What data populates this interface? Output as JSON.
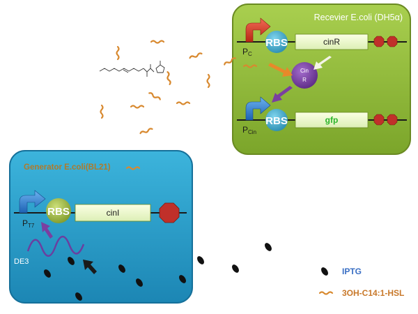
{
  "receiver": {
    "title": "Recevier E.coli (DH5α)",
    "promoter_top": "P",
    "promoter_top_sub": "C",
    "rbs_top": "RBS",
    "gene_top": "cinR",
    "protein_line1": "Cin",
    "protein_line2": "R",
    "promoter_bottom": "P",
    "promoter_bottom_sub": "Cin",
    "rbs_bottom": "RBS",
    "gene_bottom": "gfp",
    "bg_color": "#8fb83a",
    "gene_text_color": "#1a1a1a",
    "gfp_text_color": "#2bb52b"
  },
  "generator": {
    "title": "Generator E.coli(BL21)",
    "promoter": "P",
    "promoter_sub": "T7",
    "rbs": "RBS",
    "gene": "cinI",
    "de3": "DE3",
    "bg_color": "#2aa0c8",
    "title_color": "#b07a2a"
  },
  "legend": {
    "iptg": "IPTG",
    "hsl": "3OH-C14:1-HSL",
    "iptg_color": "#3a6fc4",
    "hsl_color": "#c8782a"
  },
  "colors": {
    "promoter_arrow_red": "#d83b2a",
    "promoter_arrow_blue": "#2f7fd0",
    "rbs_teal": "#3aa6c4",
    "rbs_olive": "#98b23c",
    "terminator": "#c0302a",
    "protein_purple": "#7a3fa0",
    "hsl_orange": "#d8892f"
  }
}
